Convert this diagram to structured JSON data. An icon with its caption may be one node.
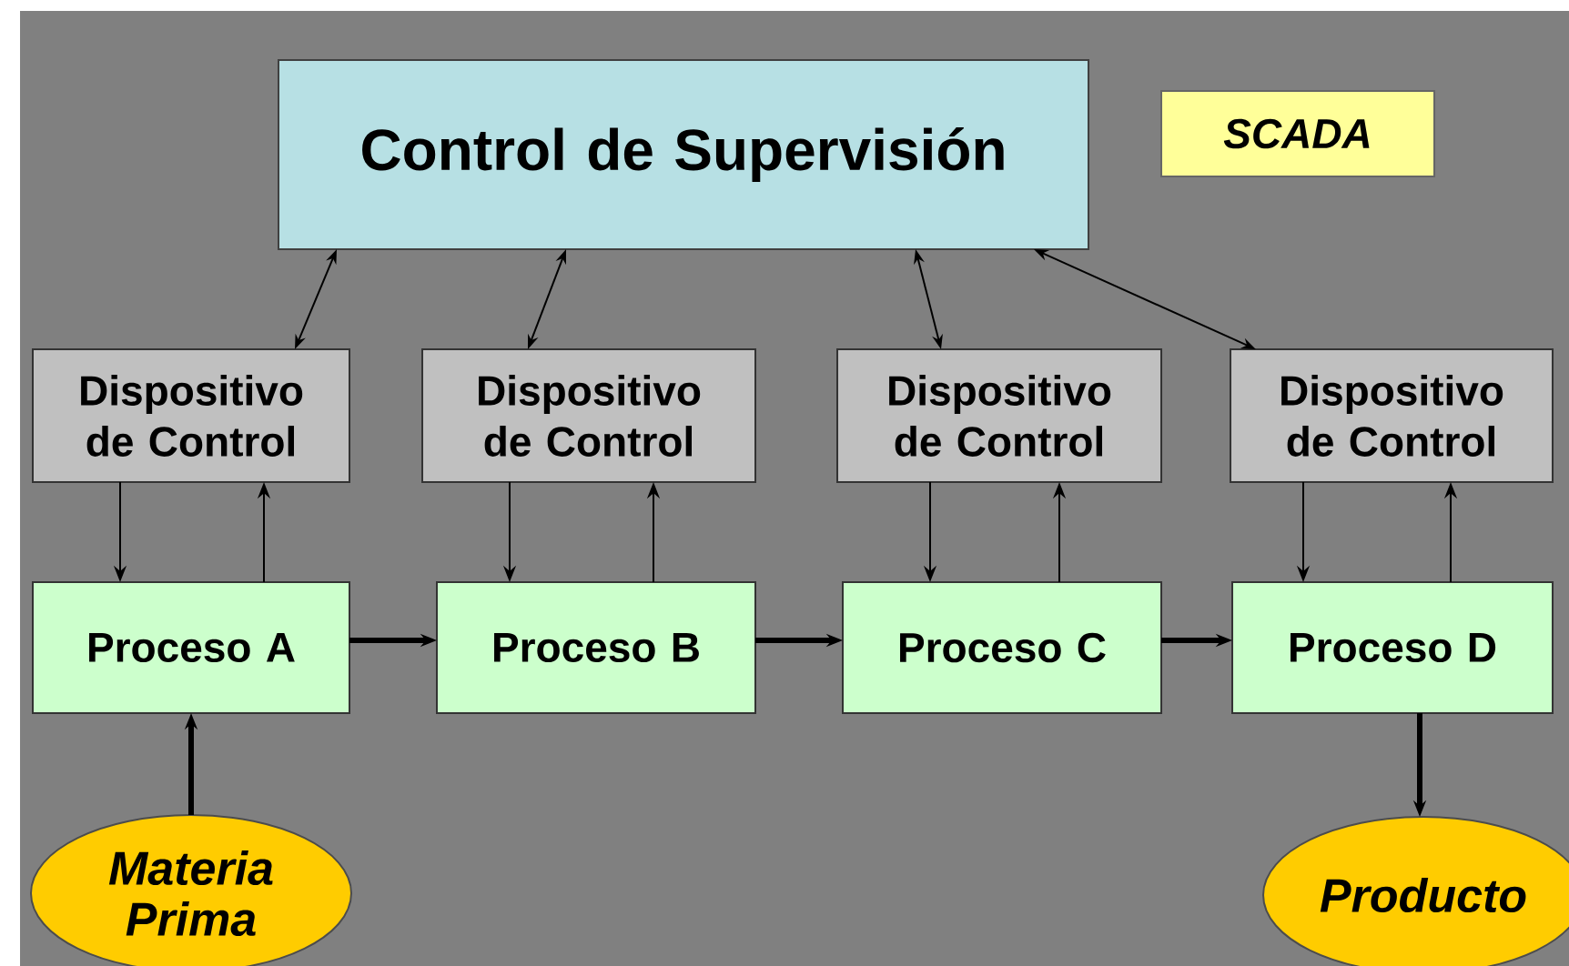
{
  "diagram": {
    "nodes": [
      {
        "text": [
          "Control de Supervisión"
        ]
      },
      {
        "text": [
          "SCADA"
        ]
      },
      {
        "text": [
          "Dispositivo de Control"
        ]
      },
      {
        "text": [
          "Dispositivo de Control"
        ]
      },
      {
        "text": [
          "Dispositivo de Control"
        ]
      },
      {
        "text": [
          "Dispositivo de Control"
        ]
      },
      {
        "text": [
          "Proceso A"
        ]
      },
      {
        "text": [
          "Proceso B"
        ]
      },
      {
        "text": [
          "Proceso C"
        ]
      },
      {
        "text": [
          "Proceso D"
        ]
      },
      {
        "text": [
          "Materia Prima"
        ]
      },
      {
        "text": [
          "Producto"
        ]
      }
    ],
    "edges": [
      {
        "from": 0,
        "to": 2,
        "arrow": "both"
      },
      {
        "from": 0,
        "to": 3,
        "arrow": "both"
      },
      {
        "from": 0,
        "to": 4,
        "arrow": "both"
      },
      {
        "from": 0,
        "to": 5,
        "arrow": "both"
      },
      {
        "from": 2,
        "to": 6,
        "arrow": "to"
      },
      {
        "from": 6,
        "to": 2,
        "arrow": "to"
      },
      {
        "from": 3,
        "to": 7,
        "arrow": "to"
      },
      {
        "from": 7,
        "to": 3,
        "arrow": "to"
      },
      {
        "from": 4,
        "to": 8,
        "arrow": "to"
      },
      {
        "from": 8,
        "to": 4,
        "arrow": "to"
      },
      {
        "from": 5,
        "to": 9,
        "arrow": "to"
      },
      {
        "from": 9,
        "to": 5,
        "arrow": "to"
      },
      {
        "from": 6,
        "to": 7,
        "arrow": "to",
        "style": "thick"
      },
      {
        "from": 7,
        "to": 8,
        "arrow": "to",
        "style": "thick"
      },
      {
        "from": 8,
        "to": 9,
        "arrow": "to",
        "style": "thick"
      },
      {
        "from": 10,
        "to": 6,
        "arrow": "to",
        "style": "thick"
      },
      {
        "from": 9,
        "to": 11,
        "arrow": "to",
        "style": "thick"
      }
    ]
  }
}
